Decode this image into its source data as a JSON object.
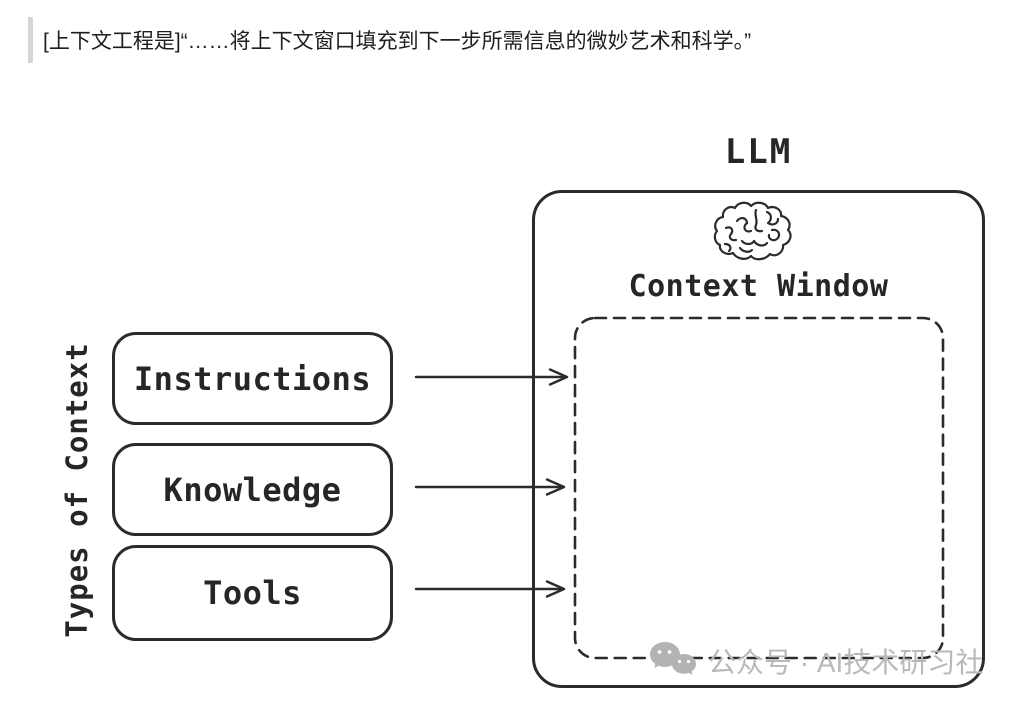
{
  "quote": {
    "text": "[上下文工程是]“……将上下文窗口填充到下一步所需信息的微妙艺术和科学。”"
  },
  "diagram": {
    "side_label": "Types of Context",
    "type_boxes": [
      {
        "label": "Instructions"
      },
      {
        "label": "Knowledge"
      },
      {
        "label": "Tools"
      }
    ],
    "llm": {
      "title": "LLM",
      "context_window_label": "Context Window"
    },
    "arrows": [
      {
        "from": "Instructions",
        "to": "Context Window"
      },
      {
        "from": "Knowledge",
        "to": "Context Window"
      },
      {
        "from": "Tools",
        "to": "Context Window"
      }
    ]
  },
  "watermark": {
    "text": "公众号 · AI技术研习社"
  },
  "colors": {
    "ink": "#2b2b2b",
    "watermark_gray": "#b9b9b9",
    "quote_bar_gray": "#d6d6d6",
    "background": "#ffffff"
  }
}
